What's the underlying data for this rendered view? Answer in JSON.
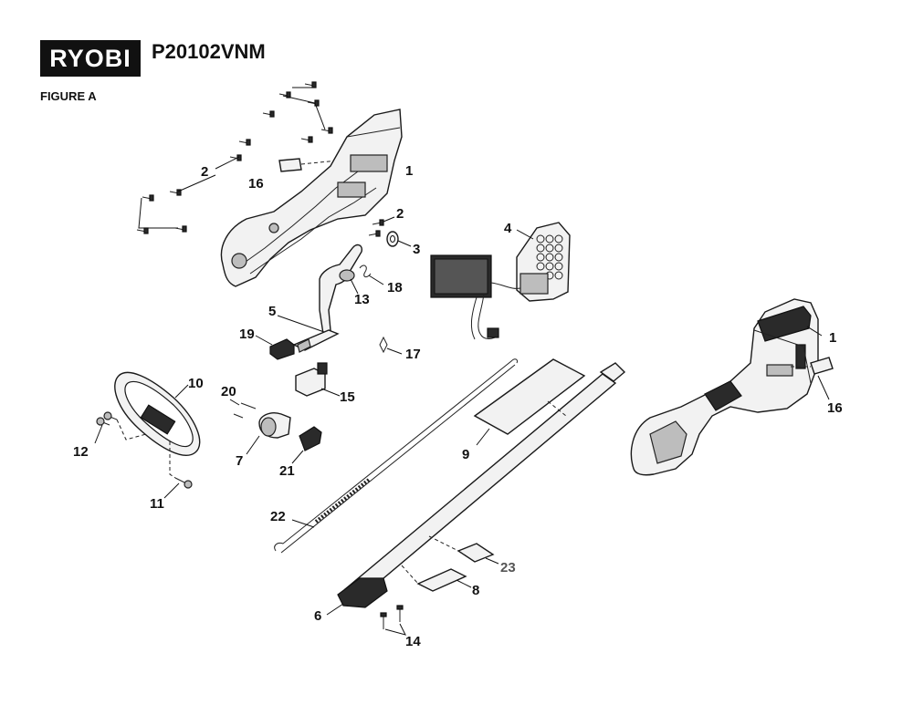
{
  "brand": {
    "logo_text": "RYOBI"
  },
  "header": {
    "model": "P20102VNM",
    "figure_label": "FIGURE A"
  },
  "callouts": {
    "c1a": "1",
    "c1b": "1",
    "c2a": "2",
    "c2b": "2",
    "c3": "3",
    "c4": "4",
    "c5": "5",
    "c6": "6",
    "c7": "7",
    "c8": "8",
    "c9": "9",
    "c10": "10",
    "c11": "11",
    "c12": "12",
    "c13": "13",
    "c14": "14",
    "c15": "15",
    "c16a": "16",
    "c16b": "16",
    "c17": "17",
    "c18": "18",
    "c19": "19",
    "c20": "20",
    "c21": "21",
    "c22": "22",
    "c23": "23"
  },
  "colors": {
    "outline": "#1a1a1a",
    "fill_light": "#f2f2f2",
    "fill_dark": "#2a2a2a",
    "logo_bg": "#111111"
  }
}
